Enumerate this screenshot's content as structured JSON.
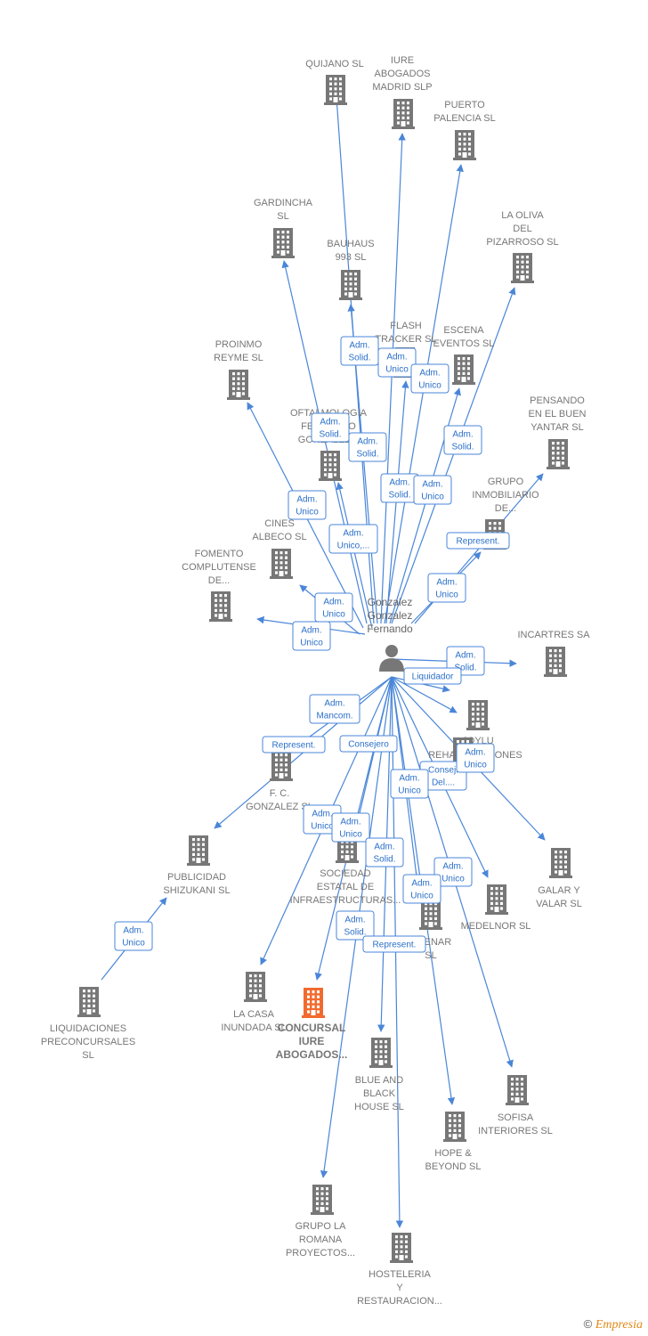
{
  "colors": {
    "edge": "#4a86d8",
    "building": "#777777",
    "highlight": "#f26a2e",
    "label": "#777777"
  },
  "person": {
    "lines": [
      "Gonzalez",
      "Gonzalez",
      "Fernando"
    ],
    "icon": "person-icon"
  },
  "nodes": [
    {
      "id": "quijano",
      "lines": [
        "QUIJANO  SL"
      ]
    },
    {
      "id": "iure_madrid",
      "lines": [
        "IURE",
        "ABOGADOS",
        "MADRID SLP"
      ]
    },
    {
      "id": "puerto",
      "lines": [
        "PUERTO",
        "PALENCIA  SL"
      ]
    },
    {
      "id": "gardincha",
      "lines": [
        "GARDINCHA",
        "SL"
      ]
    },
    {
      "id": "bauhaus",
      "lines": [
        "BAUHAUS",
        "993  SL"
      ]
    },
    {
      "id": "la_oliva",
      "lines": [
        "LA OLIVA",
        "DEL",
        "PIZARROSO SL"
      ]
    },
    {
      "id": "flash",
      "lines": [
        "FLASH",
        "TRACKER  SL"
      ]
    },
    {
      "id": "escena",
      "lines": [
        "ESCENA",
        "EVENTOS  SL"
      ]
    },
    {
      "id": "proinmo",
      "lines": [
        "PROINMO",
        "REYME  SL"
      ]
    },
    {
      "id": "pensando",
      "lines": [
        "PENSANDO",
        "EN EL BUEN",
        "YANTAR  SL"
      ]
    },
    {
      "id": "oftalmologia",
      "lines": [
        "OFTALMOLOGIA",
        "FERNANDO",
        "GONZALEZ..."
      ]
    },
    {
      "id": "grupo_inmob",
      "lines": [
        "GRUPO",
        "INMOBILIARIO",
        "DE..."
      ]
    },
    {
      "id": "cines",
      "lines": [
        "CINES",
        "ALBECO  SL"
      ]
    },
    {
      "id": "fomento",
      "lines": [
        "FOMENTO",
        "COMPLUTENSE",
        "DE..."
      ]
    },
    {
      "id": "incartres",
      "lines": [
        "INCARTRES SA"
      ]
    },
    {
      "id": "joylu",
      "lines": [
        "JOYLU"
      ]
    },
    {
      "id": "rehabilitaciones",
      "lines": [
        "REHABILITACIONES"
      ]
    },
    {
      "id": "fc_gonzalez",
      "lines": [
        "F. C.",
        "GONZALEZ  SL"
      ]
    },
    {
      "id": "galar",
      "lines": [
        "GALAR Y",
        "VALAR  SL"
      ]
    },
    {
      "id": "publicidad",
      "lines": [
        "PUBLICIDAD",
        "SHIZUKANI  SL"
      ]
    },
    {
      "id": "sociedad",
      "lines": [
        "SOCIEDAD",
        "ESTATAL DE",
        "INFRAESTRUCTURAS..."
      ]
    },
    {
      "id": "medelnor",
      "lines": [
        "MEDELNOR  SL"
      ]
    },
    {
      "id": "dhenar",
      "lines": [
        "DHENAR",
        "SL"
      ]
    },
    {
      "id": "liquidaciones",
      "lines": [
        "LIQUIDACIONES",
        "PRECONCURSALES",
        "SL"
      ]
    },
    {
      "id": "la_casa",
      "lines": [
        "LA CASA",
        "INUNDADA  SL"
      ]
    },
    {
      "id": "concursal",
      "lines": [
        "CONCURSAL",
        "IURE",
        "ABOGADOS..."
      ]
    },
    {
      "id": "blue",
      "lines": [
        "BLUE AND",
        "BLACK",
        "HOUSE SL"
      ]
    },
    {
      "id": "sofisa",
      "lines": [
        "SOFISA",
        "INTERIORES SL"
      ]
    },
    {
      "id": "hope",
      "lines": [
        "HOPE &",
        "BEYOND  SL"
      ]
    },
    {
      "id": "grupo_romana",
      "lines": [
        "GRUPO LA",
        "ROMANA",
        "PROYECTOS..."
      ]
    },
    {
      "id": "hosteleria",
      "lines": [
        "HOSTELERIA",
        "Y",
        "RESTAURACION..."
      ]
    }
  ],
  "edge_labels": [
    {
      "id": "l1",
      "lines": [
        "Adm.",
        "Solid."
      ]
    },
    {
      "id": "l2",
      "lines": [
        "Adm.",
        "Unico"
      ]
    },
    {
      "id": "l3",
      "lines": [
        "Adm.",
        "Unico"
      ]
    },
    {
      "id": "l4",
      "lines": [
        "Adm.",
        "Solid."
      ]
    },
    {
      "id": "l5",
      "lines": [
        "Adm.",
        "Solid."
      ]
    },
    {
      "id": "l6",
      "lines": [
        "Adm.",
        "Solid."
      ]
    },
    {
      "id": "l7",
      "lines": [
        "Adm.",
        "Unico"
      ]
    },
    {
      "id": "l8",
      "lines": [
        "Adm.",
        "Solid."
      ]
    },
    {
      "id": "l9",
      "lines": [
        "Adm.",
        "Unico"
      ]
    },
    {
      "id": "l10",
      "lines": [
        "Represent."
      ]
    },
    {
      "id": "l11",
      "lines": [
        "Adm.",
        "Unico,..."
      ]
    },
    {
      "id": "l12",
      "lines": [
        "Adm.",
        "Unico"
      ]
    },
    {
      "id": "l13",
      "lines": [
        "Adm.",
        "Unico"
      ]
    },
    {
      "id": "l14",
      "lines": [
        "Adm.",
        "Unico"
      ]
    },
    {
      "id": "l15",
      "lines": [
        "Adm.",
        "Solid."
      ]
    },
    {
      "id": "l16",
      "lines": [
        "Liquidador"
      ]
    },
    {
      "id": "l17",
      "lines": [
        "Adm.",
        "Mancom."
      ]
    },
    {
      "id": "l18",
      "lines": [
        "Represent."
      ]
    },
    {
      "id": "l19",
      "lines": [
        "Consejero"
      ]
    },
    {
      "id": "l20",
      "lines": [
        "Consej.",
        "Del...."
      ]
    },
    {
      "id": "l21",
      "lines": [
        "Adm.",
        "Unico"
      ]
    },
    {
      "id": "l22",
      "lines": [
        "Adm.",
        "Unico"
      ]
    },
    {
      "id": "l23",
      "lines": [
        "Adm.",
        "Unico"
      ]
    },
    {
      "id": "l24",
      "lines": [
        "Adm.",
        "Unico"
      ]
    },
    {
      "id": "l25",
      "lines": [
        "Adm.",
        "Solid."
      ]
    },
    {
      "id": "l26",
      "lines": [
        "Adm.",
        "Unico"
      ]
    },
    {
      "id": "l27",
      "lines": [
        "Adm.",
        "Unico"
      ]
    },
    {
      "id": "l28",
      "lines": [
        "Adm.",
        "Unico"
      ]
    },
    {
      "id": "l29",
      "lines": [
        "Adm.",
        "Solid."
      ]
    },
    {
      "id": "l30",
      "lines": [
        "Represent."
      ]
    }
  ],
  "footer": {
    "symbol": "©",
    "brand": "Empresia"
  }
}
